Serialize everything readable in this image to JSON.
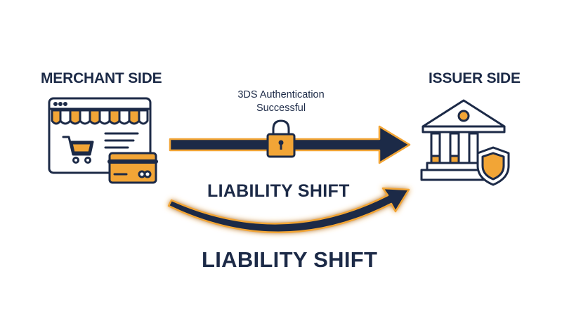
{
  "merchant": {
    "title": "MERCHANT SIDE",
    "icon": "storefront-icon"
  },
  "issuer": {
    "title": "ISSUER SIDE",
    "icon": "bank-icon"
  },
  "flow": {
    "caption": "3DS Authentication Successful",
    "lock_icon": "padlock-icon"
  },
  "liability": {
    "upper_label": "LIABILITY SHIFT",
    "lower_label": "LIABILITY SHIFT"
  },
  "colors": {
    "navy": "#1c2a47",
    "orange": "#f2a536",
    "text": "#1c2a47"
  }
}
